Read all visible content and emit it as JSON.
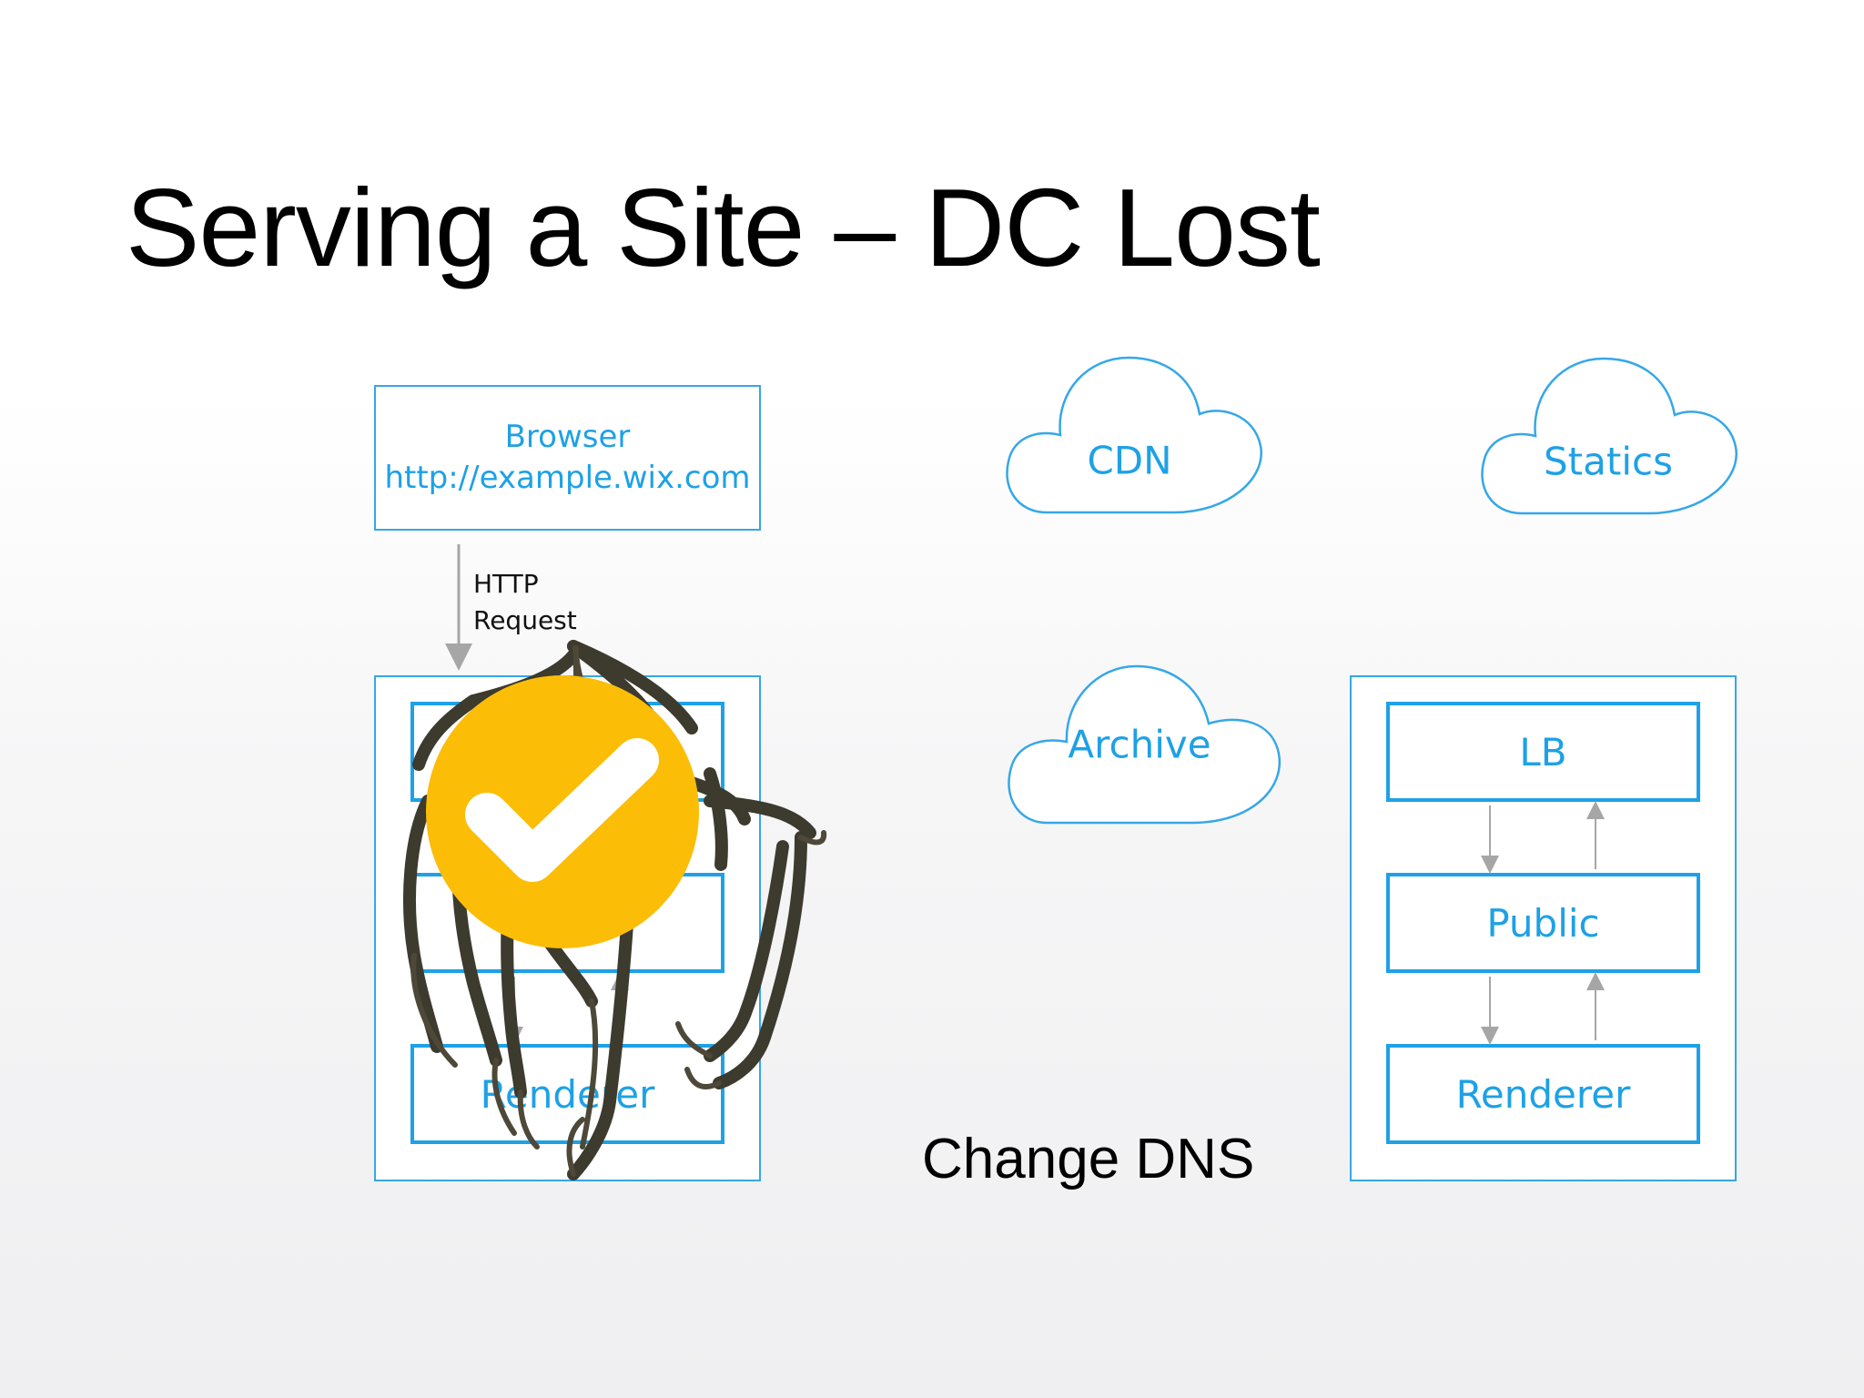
{
  "slide": {
    "title": "Serving a Site – DC Lost",
    "browser": {
      "line1": "Browser",
      "line2": "http://example.wix.com"
    },
    "http_request": {
      "line1": "HTTP",
      "line2": "Request"
    },
    "clouds": {
      "cdn": "CDN",
      "statics": "Statics",
      "archive": "Archive"
    },
    "left_dc": {
      "renderer": "Renderer"
    },
    "right_dc": {
      "lb": "LB",
      "public": "Public",
      "renderer": "Renderer"
    },
    "change_dns": "Change DNS"
  },
  "colors": {
    "accent_blue": "#1ea1e6",
    "check_badge": "#fbbd06",
    "arrow_gray": "#a6a6a6"
  },
  "icons": {
    "badge": "checkmark-icon",
    "overlay": "spider-claw-illustration"
  }
}
